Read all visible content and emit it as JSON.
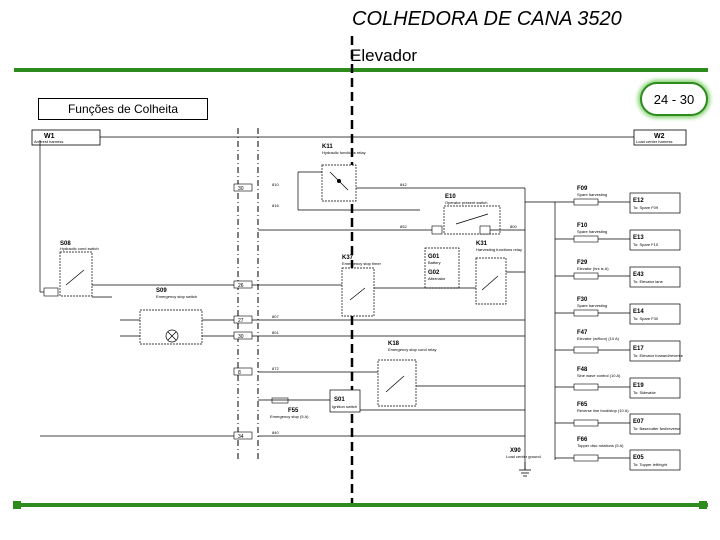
{
  "header": {
    "title": "COLHEDORA DE CANA 3520",
    "subtitle": "Elevador",
    "page": "24 - 30"
  },
  "section": "Funções de Colheita",
  "connectors": {
    "w1": {
      "id": "W1",
      "desc": "Armrest harness"
    },
    "w2": {
      "id": "W2",
      "desc": "Load center harness"
    }
  },
  "components": {
    "k11": {
      "id": "K11",
      "desc": "Hydraulic functions relay"
    },
    "e10": {
      "id": "E10",
      "desc": "Operator present switch"
    },
    "s08": {
      "id": "S08",
      "desc": "Hydraulic cond switch"
    },
    "k37": {
      "id": "K37",
      "desc": "Emergency stop timer"
    },
    "g01": {
      "id": "G01",
      "desc": "Battery"
    },
    "g02": {
      "id": "G02",
      "desc": "Alternator"
    },
    "k31": {
      "id": "K31",
      "desc": "Harvesting functions relay"
    },
    "s09": {
      "id": "S09",
      "desc": "Emergency stop switch"
    },
    "k18": {
      "id": "K18",
      "desc": "Emergency stop cond relay"
    },
    "s01": {
      "id": "S01",
      "desc": "Ignition switch"
    },
    "f55": {
      "id": "F55",
      "desc": "Emergency stop (5 A)"
    },
    "x90": {
      "id": "X90",
      "desc": "Load center ground"
    }
  },
  "fuses": [
    {
      "id": "F09",
      "desc": "Spare harvesting"
    },
    {
      "id": "F10",
      "desc": "Spare harvesting"
    },
    {
      "id": "F29",
      "desc": "Elevator (hrs is A)"
    },
    {
      "id": "F30",
      "desc": "Spare harvesting"
    },
    {
      "id": "F47",
      "desc": "Elevator (w/floor) (10 A)"
    },
    {
      "id": "F48",
      "desc": "Sine wave control (10 A)"
    },
    {
      "id": "F65",
      "desc": "Reverse line food/stop (10 A)"
    },
    {
      "id": "F66",
      "desc": "Topper disc rotations (5 A)"
    }
  ],
  "loads": [
    {
      "id": "E12",
      "desc": "To: Spare F09"
    },
    {
      "id": "E13",
      "desc": "To: Spare F10"
    },
    {
      "id": "E43",
      "desc": "To: Elevator lane"
    },
    {
      "id": "E14",
      "desc": "To: Spare F30"
    },
    {
      "id": "E17",
      "desc": "To: Elevator forward/reverse"
    },
    {
      "id": "E19",
      "desc": "To: Sidewide"
    },
    {
      "id": "E07",
      "desc": "To: Basecutter fwd/reverse"
    },
    {
      "id": "E05",
      "desc": "To: Topper left/right"
    }
  ],
  "terminals": [
    "30",
    "26",
    "27",
    "30",
    "8",
    "34"
  ],
  "wires": [
    "810",
    "816",
    "842",
    "852",
    "800",
    "807",
    "801",
    "872",
    "840"
  ]
}
